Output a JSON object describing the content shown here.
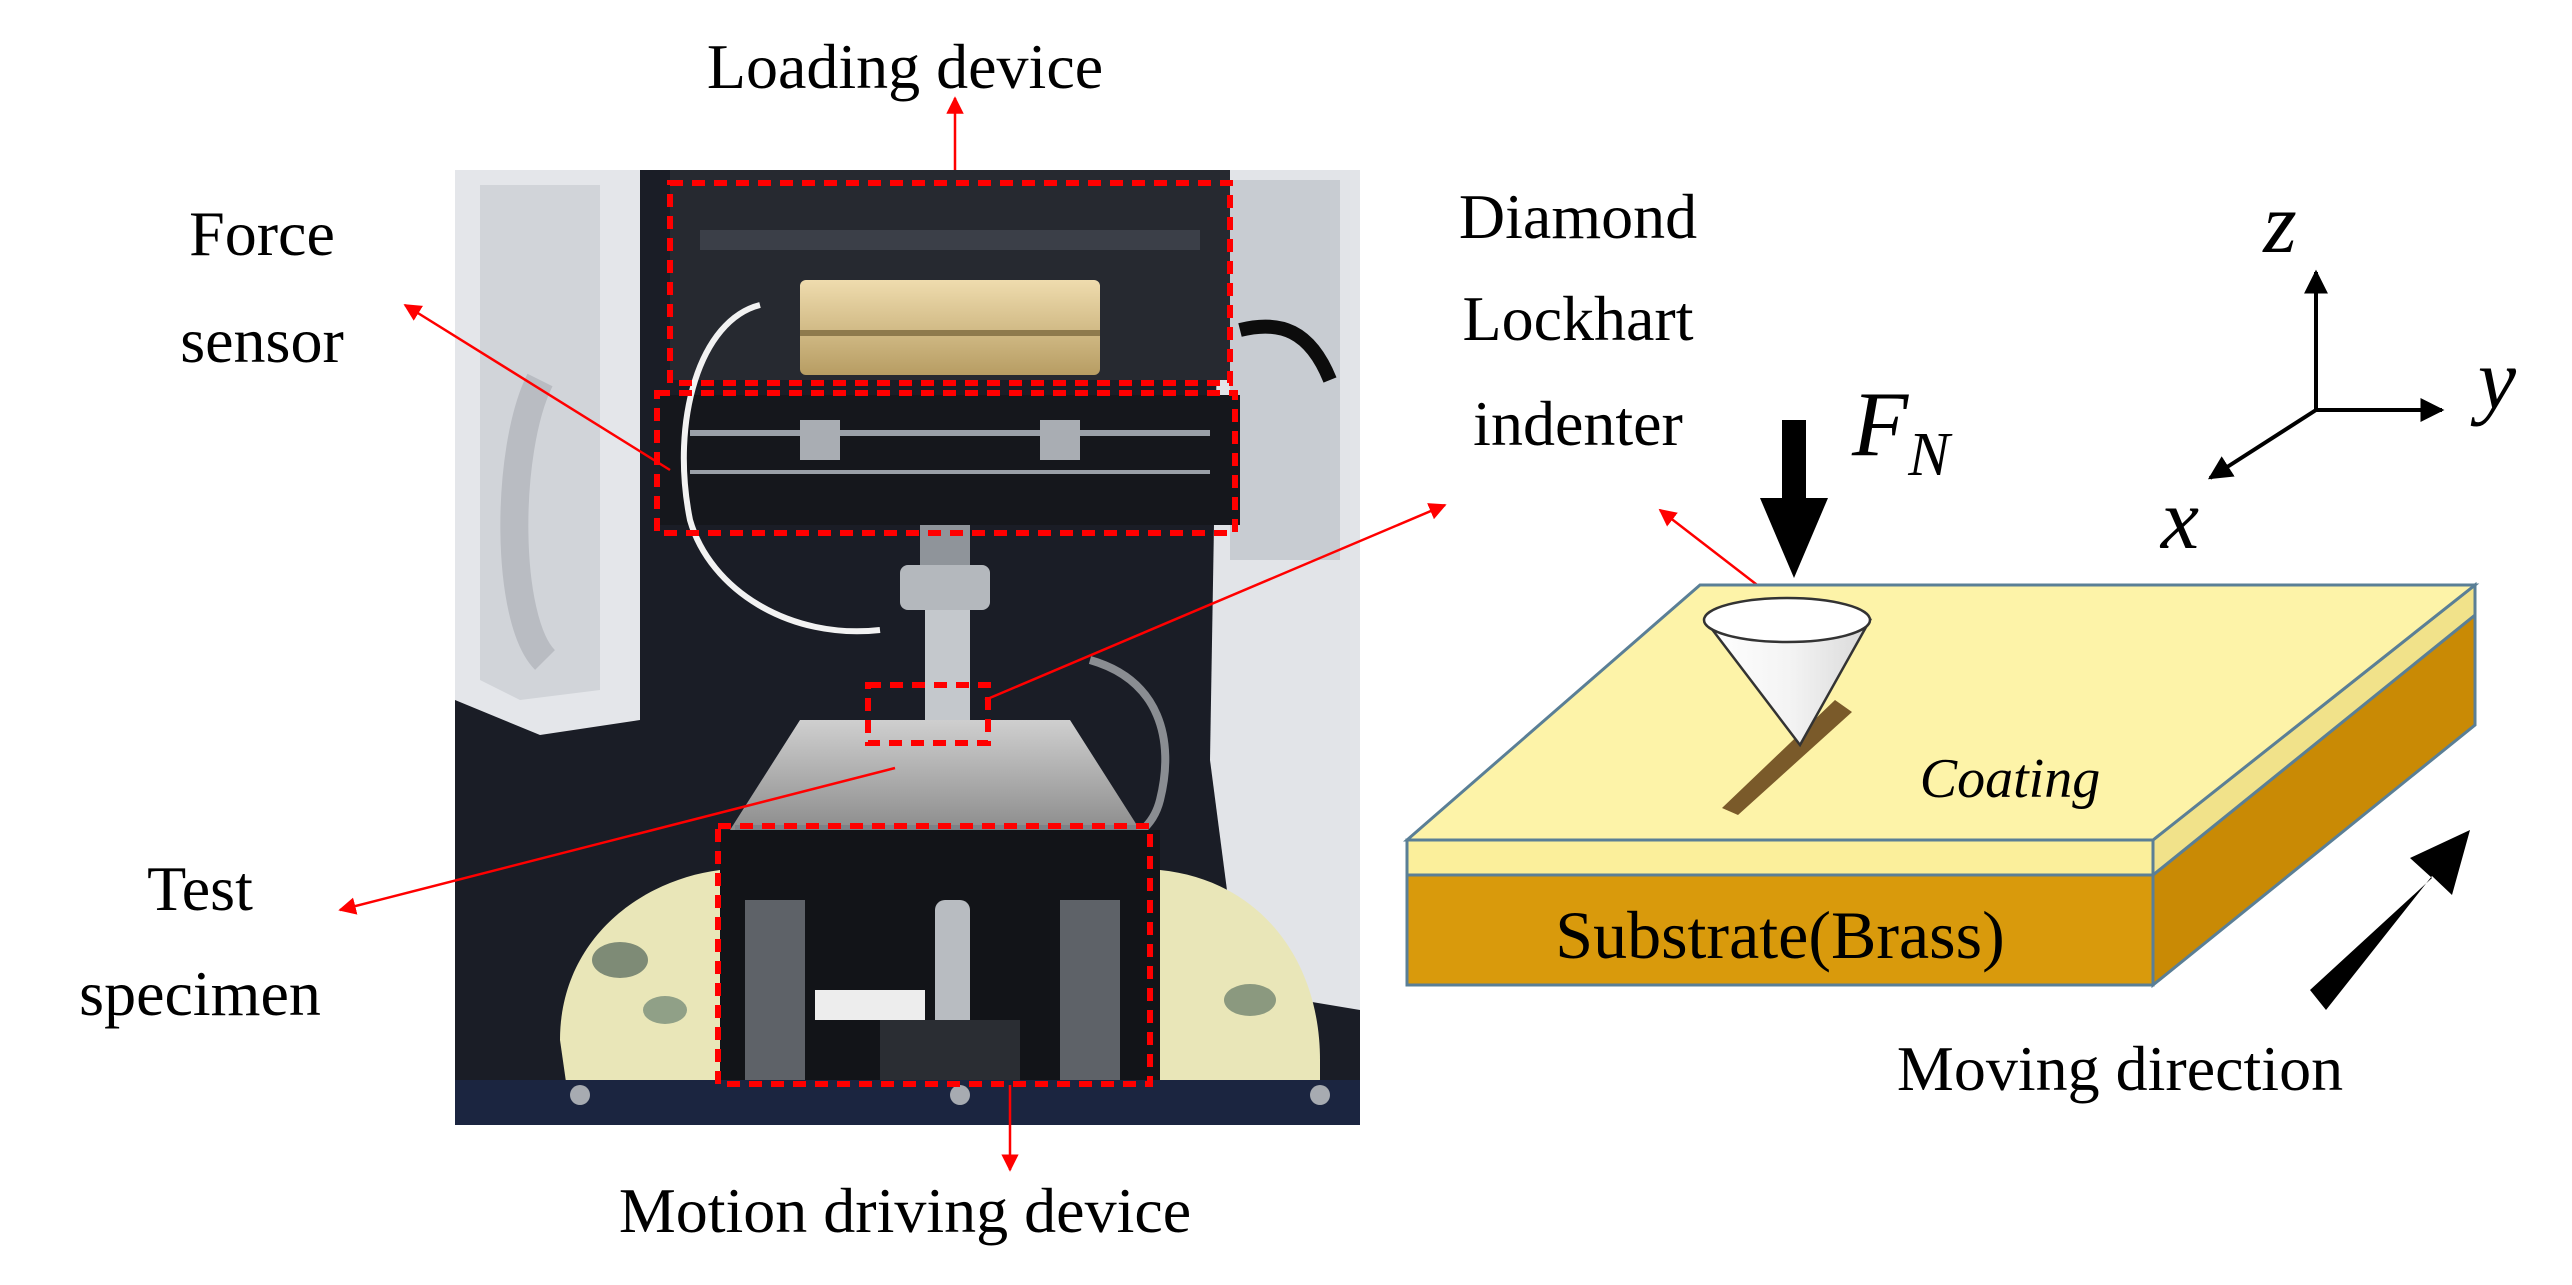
{
  "labels": {
    "loading_device": "Loading device",
    "force_sensor_line1": "Force",
    "force_sensor_line2": "sensor",
    "diamond_line1": "Diamond",
    "diamond_line2": "Lockhart",
    "diamond_line3": "indenter",
    "test_specimen_line1": "Test",
    "test_specimen_line2": "specimen",
    "motion_driving_device": "Motion driving device",
    "force_main": "F",
    "force_sub": "N",
    "axis_z": "z",
    "axis_y": "y",
    "axis_x": "x",
    "coating": "Coating",
    "substrate": "Substrate(Brass)",
    "moving_direction": "Moving direction"
  },
  "colors": {
    "callout_red": "#ff0000",
    "coating_yellow": "#fbef9b",
    "coating_top": "#fdf3a8",
    "substrate_gold": "#d99a0c",
    "substrate_side": "#c98a05",
    "outline_blue": "#5a7f96",
    "indenter_brown": "#7a5a2a"
  },
  "icons": {
    "photo": "tribometer-photo",
    "arrow_force": "down-arrow-icon",
    "arrow_move": "diagonal-arrow-icon"
  }
}
